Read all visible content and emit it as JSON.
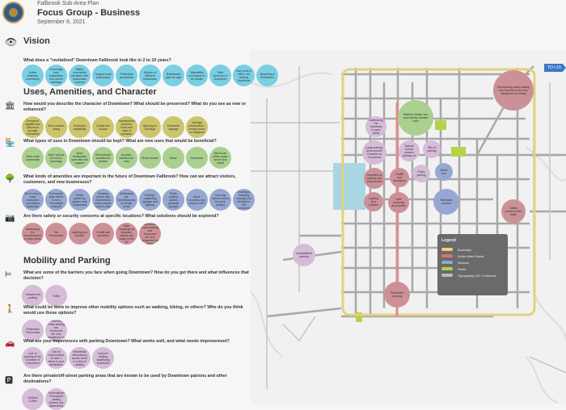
{
  "header": {
    "plan": "Fallbrook Sub-Area Plan",
    "title": "Focus Group - Business",
    "date": "September 8, 2021"
  },
  "sections": {
    "vision": {
      "title": "Vision",
      "icon": "eye-icon"
    },
    "uses": {
      "title": "Uses, Amenities, and Character",
      "icon": "storefront-icon"
    },
    "mobility": {
      "title": "Mobility and Parking"
    }
  },
  "colors": {
    "vision": "#79cfe3",
    "character": "#cdc56c",
    "uses": "#a9d08e",
    "amenities": "#96a8d2",
    "safety": "#cc9197",
    "mobility": "#d6bcd9"
  },
  "questions": [
    {
      "id": "q1",
      "icon": "eye-icon",
      "glyph": "",
      "color": "vision",
      "text": "What does a \"revitalized\" Downtown Fallbrook look like in 2 to 10 years?",
      "items": [
        "Active business community",
        "Encourage new businesses into vacant buildings",
        "Safety, community members and businesses involved",
        "Support local businesses",
        "Pedestrian promenade",
        "Mixture of different businesses",
        "Businesses open at night",
        "Walkability and places to sit outside",
        "Start tomorrow in Downtown",
        "More work in office, not sharing Downtown",
        "Becoming a destination"
      ]
    },
    {
      "id": "q2",
      "icon": "building-icon",
      "glyph": "🏛",
      "color": "character",
      "text": "How would you describe the character of Downtown? What should be preserved? What do you see as new or enhanced?",
      "items": [
        "Enhanced nightlife and options for younger community",
        "More outdoor dining",
        "Enhanced walkability",
        "Quaint and unique",
        "Standardized business hours and days of operation",
        "Opening on Sundays",
        "Enhanced signage",
        "Heritage preservation - people power on elegance"
      ]
    },
    {
      "id": "q3",
      "icon": "store-icon",
      "glyph": "🏪",
      "color": "uses",
      "text": "What types of uses in Downtown should be kept? What are new uses that would be beneficial?",
      "items": [
        "More small businesses",
        "More options for food & beverage",
        "More restaurants open late and support",
        "Recreational activities for families",
        "Arcades, activities for kids",
        "Movie theater",
        "Music",
        "Ordinance",
        "Mixed-use (office space above and retail)"
      ]
    },
    {
      "id": "q4",
      "icon": "trees-icon",
      "glyph": "🌳",
      "color": "amenities",
      "text": "What kinds of amenities are important to the future of Downtown Fallbrook? How can we attract visitors, customers, and new businesses?",
      "items": [
        "Mix of uses to bring customers and visitors downtown",
        "Promenade Main Street to be a Promenade example",
        "Public gathering spaces near businesses",
        "Creating places and experiences where people want to stay",
        "Addressing the homelessness in certain areas",
        "Parking / wayfinding signage and lighting",
        "Public parking options (possible garage)",
        "Move business and create a WIFI",
        "One-way street to allow for more parking",
        "Creating a branding strategy and identity for the community"
      ]
    },
    {
      "id": "q5",
      "icon": "security-cameras-icon",
      "glyph": "📷",
      "color": "safety",
      "text": "Are there safety or security concerns at specific locations? What solutions should be explored?",
      "items": [
        "Addressing the homelessness in open areas",
        "Fire Promenade",
        "Lighting as a solution",
        "Graffiti and vandalism",
        "Safe crossings at Alvarado streets and walks of the lot",
        "Surrounding roads leading into Downtown are very dangerous for biking"
      ]
    },
    {
      "id": "q6",
      "icon": "barrier-icon",
      "glyph": "⊨",
      "color": "mobility",
      "text": "What are some of the barriers you face when going Downtown? How do you get there and what influences that decision?",
      "items": [
        "Unimproved parking",
        "Traffic"
      ]
    },
    {
      "id": "q7",
      "icon": "pedestrian-icon",
      "glyph": "🚶",
      "color": "mobility",
      "text": "What could be done to improve other mobility options such as walking, biking, or others? Who do you think would use those options?",
      "items": [
        "Pedestrian Promenade",
        "Connecting roads leading into Downtown are very dangerous for biking"
      ]
    },
    {
      "id": "q8",
      "icon": "parking-car-icon",
      "glyph": "🚗",
      "color": "mobility",
      "text": "What are your experiences with parking Downtown? What works well, and what needs improvement?",
      "items": [
        "Lots of parking at the Chamber of Commerce",
        "Can be inconvenient to walk 1 block to your destination",
        "Residential with parking issues, there is a lack of parking",
        "Improve parking wayfinding Downtown"
      ]
    },
    {
      "id": "q9",
      "icon": "parking-lot-icon",
      "glyph": "🅿",
      "color": "mobility",
      "text": "Are there private/off-street parking areas that are known to be used by Downtown patrons and other destinations?",
      "items": [
        "Kindred Coffee",
        "Underutilized Schoolyard parking (shared use agreement)"
      ]
    }
  ],
  "map": {
    "sign": "TO I-15",
    "legend": {
      "title": "Legend",
      "items": [
        {
          "label": "Boundary",
          "color": "#e9d678"
        },
        {
          "label": "Active Main Street",
          "color": "#d9737a"
        },
        {
          "label": "Schools",
          "color": "#7fb3c9"
        },
        {
          "label": "Parks",
          "color": "#b5d24a"
        },
        {
          "label": "Topography (40' Contours)",
          "color": "#bbbbbb"
        }
      ]
    },
    "bubbles": [
      {
        "text": "Wisdom theater and more family oriented uses",
        "color": "uses"
      },
      {
        "text": "Surrounding roads leading into Downtown are very dangerous for biking",
        "color": "safety"
      },
      {
        "text": "Addressing the homeless in open areas",
        "color": "mobility"
      },
      {
        "text": "Large parking lot across the Chamber of Commerce",
        "color": "mobility"
      },
      {
        "text": "Special events creation parking lot",
        "color": "mobility"
      },
      {
        "text": "Mix of parking",
        "color": "mobility"
      },
      {
        "text": "Homeless in parking and enforcement",
        "color": "safety"
      },
      {
        "text": "Graffiti and vandalism",
        "color": "safety"
      },
      {
        "text": "Public parking",
        "color": "mobility"
      },
      {
        "text": "Mixed use",
        "color": "amenities"
      },
      {
        "text": "Lighting as a solution",
        "color": "safety"
      },
      {
        "text": "Safe crossings at Alvarado",
        "color": "safety"
      },
      {
        "text": "Sidewalks needed",
        "color": "amenities"
      },
      {
        "text": "Safety concerns with traffic",
        "color": "safety"
      },
      {
        "text": "Underutilized parking",
        "color": "mobility"
      },
      {
        "text": "Pedestrian crossing",
        "color": "safety"
      }
    ]
  }
}
